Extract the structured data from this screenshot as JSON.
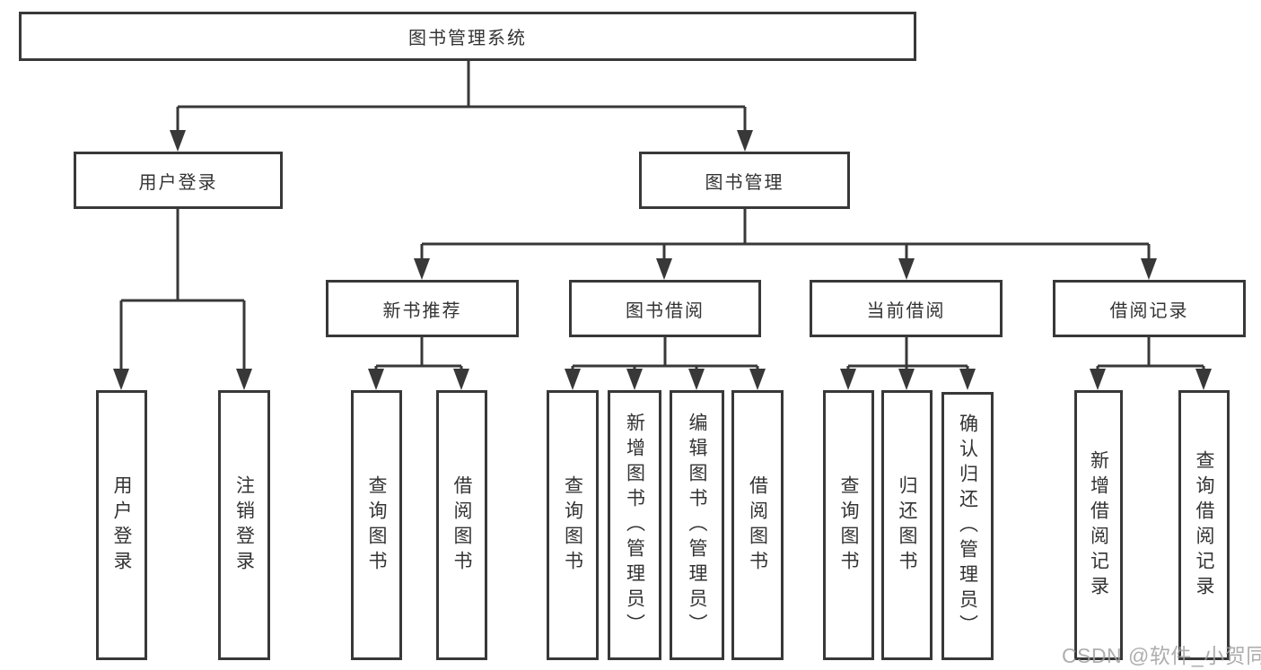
{
  "nodes": {
    "root": "图书管理系统",
    "level2": [
      "用户登录",
      "图书管理"
    ],
    "level3": [
      "新书推荐",
      "图书借阅",
      "当前借阅",
      "借阅记录"
    ],
    "login_children": [
      "用户登录",
      "注销登录"
    ],
    "recommend_children": [
      "查询图书",
      "借阅图书"
    ],
    "borrow_children": [
      "查询图书",
      "新增图书（管理员）",
      "编辑图书（管理员）",
      "借阅图书"
    ],
    "current_children": [
      "查询图书",
      "归还图书",
      "确认归还（管理员）"
    ],
    "records_children": [
      "新增借阅记录",
      "查询借阅记录"
    ]
  },
  "watermark": "CSDN @软件_小贺同学",
  "colors": {
    "line": "#383838",
    "text": "#333333",
    "background": "#ffffff",
    "watermark": "#a0a0a0"
  }
}
